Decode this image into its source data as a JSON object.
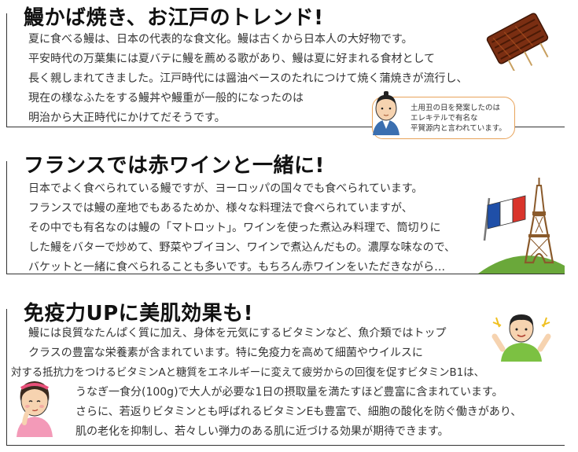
{
  "sections": [
    {
      "heading": "鰻かば焼き、お江戸のトレンド!",
      "lines": [
        "夏に食べる鰻は、日本の代表的な食文化。鰻は古くから日本人の大好物です。",
        "平安時代の万葉集には夏バテに鰻を薦める歌があり、鰻は夏に好まれる食材として",
        "長く親しまれてきました。江戸時代には醤油ベースのたれにつけて焼く蒲焼きが流行し、",
        "現在の様なふたをする鰻丼や鰻重が一般的になったのは",
        "明治から大正時代にかけてだそうです。"
      ],
      "bubble_lines": [
        "土用丑の日を発案したのは",
        "エレキテルで有名な",
        "平賀源内と言われています。"
      ]
    },
    {
      "heading": "フランスでは赤ワインと一緒に!",
      "lines": [
        "日本でよく食べられている鰻ですが、ヨーロッパの国々でも食べられています。",
        "フランスでは鰻の産地でもあるためか、様々な料理法で食べられていますが、",
        "その中でも有名なのは鰻の「マトロット」。ワインを使った煮込み料理で、筒切りに",
        "した鰻をバターで炒めて、野菜やブイヨン、ワインで煮込んだもの。濃厚な味なので、",
        "バケットと一緒に食べられることも多いです。もちろん赤ワインをいただきながら…"
      ]
    },
    {
      "heading": "免疫力UPに美肌効果も!",
      "lines": [
        "鰻には良質なたんぱく質に加え、身体を元気にするビタミンなど、魚介類ではトップ",
        "クラスの豊富な栄養素が含まれています。特に免疫力を高めて細菌やウイルスに",
        "対する抵抗力をつけるビタミンAと糖質をエネルギーに変えて疲労からの回復を促すビタミンB1は、",
        "うなぎ一食分(100g)で大人が必要な1日の摂取量を満たすほど豊富に含まれています。",
        "さらに、若返りビタミンとも呼ばれるビタミンEも豊富で、細胞の酸化を防ぐ働きがあり、",
        "肌の老化を抑制し、若々しい弾力のある肌に近づける効果が期待できます。"
      ]
    }
  ],
  "icons": {
    "grill": "grilled-eel-skewer-icon",
    "man": "edo-man-icon",
    "flag": "france-flag-icon",
    "tower": "eiffel-tower-icon",
    "boy": "boy-icon",
    "girl": "girl-icon"
  },
  "colors": {
    "border": "#333333",
    "bubble_border": "#e8a35a",
    "eel": "#7a2e12",
    "flag_blue": "#1f4fa8",
    "flag_red": "#d9342b",
    "grass": "#6aa83a"
  }
}
